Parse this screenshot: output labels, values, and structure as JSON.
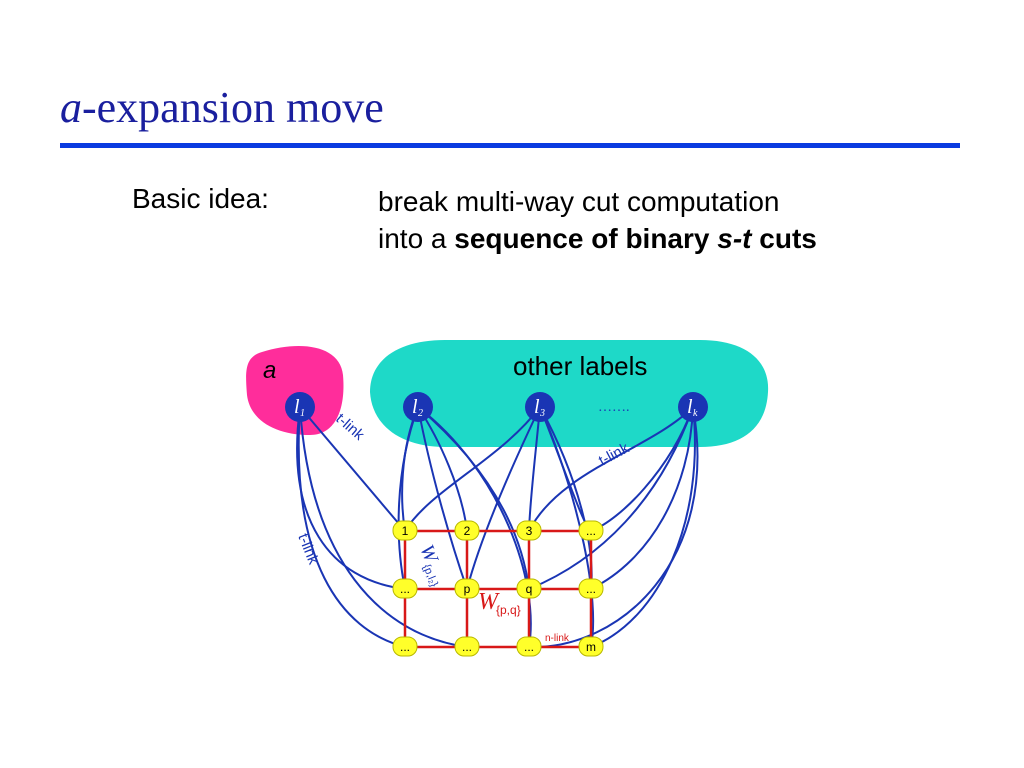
{
  "slide": {
    "title_symbol": "a",
    "title_rest": "-expansion move",
    "basic_label": "Basic idea:",
    "idea_line1": "break multi-way cut computation",
    "idea_line2_prefix": "into a ",
    "idea_bold1": "sequence of binary ",
    "idea_bold_italic": "s-t",
    "idea_bold2": " cuts"
  },
  "diagram": {
    "alpha_label": "a",
    "other_labels": "other labels",
    "label_nodes": [
      "l",
      "l",
      "l",
      "l"
    ],
    "label_subscripts": [
      "1",
      "2",
      "3",
      "k"
    ],
    "label_dots": "…….",
    "tlink_1": "t-link",
    "tlink_2": "t-link",
    "tlink_3": "t-link",
    "grid_nodes": [
      "1",
      "2",
      "3",
      "...",
      "...",
      "p",
      "q",
      "...",
      "...",
      "...",
      "...",
      "m"
    ],
    "weight_pl2": "W",
    "weight_pl2_sub": "{p,l₂}",
    "weight_pq": "W",
    "weight_pq_sub": "{p,q}",
    "nlink": "n-link",
    "colors": {
      "alpha_region": "#ff2d9b",
      "other_region": "#1ed9c8",
      "label_node": "#1a35b4",
      "edge": "#1a35b4",
      "grid": "#d81818",
      "pixel": "#ffff2a"
    }
  }
}
